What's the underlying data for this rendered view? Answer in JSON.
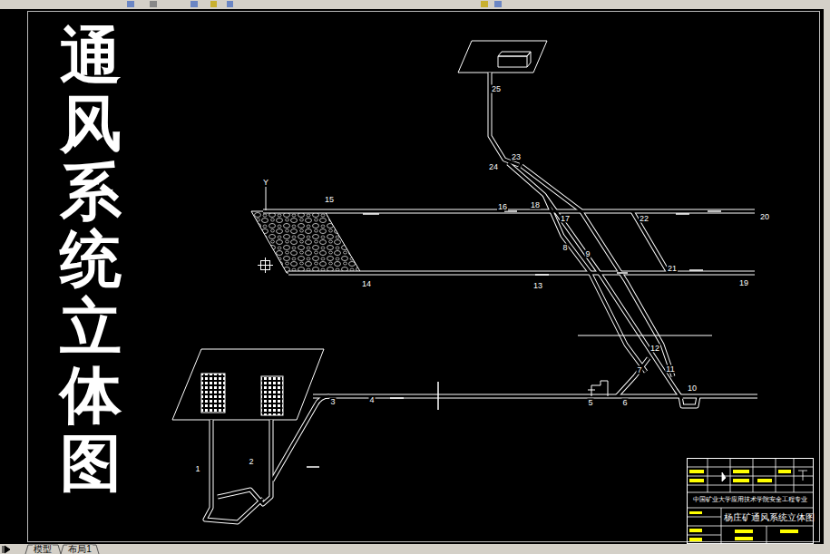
{
  "diagram": {
    "title": "通风系统立体图",
    "nodes": [
      {
        "text": [
          "中国矿业大学应用技术学院安全工程专业"
        ]
      },
      {
        "text": [
          "杨庄矿通风系统立体图"
        ],
        "in": 0
      }
    ],
    "labels": [
      "1",
      "2",
      "3",
      "4",
      "5",
      "6",
      "7",
      "8",
      "9",
      "10",
      "11",
      "12",
      "13",
      "14",
      "15",
      "16",
      "17",
      "18",
      "19",
      "20",
      "21",
      "22",
      "23",
      "24",
      "25",
      "Y",
      "模型",
      "布局1"
    ]
  }
}
